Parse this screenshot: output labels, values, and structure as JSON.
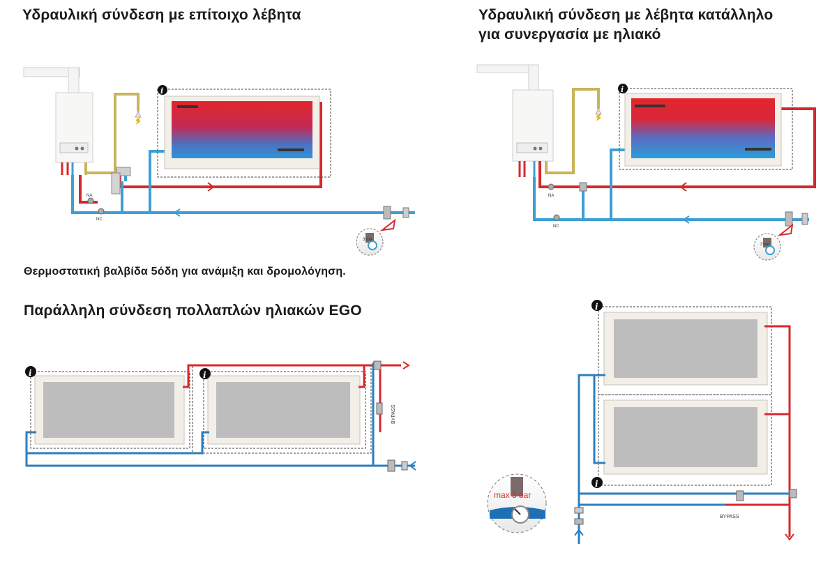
{
  "headings": {
    "wall_boiler": "Υδραυλική σύνδεση με επίτοιχο λέβητα",
    "solar_boiler_line1": "Υδραυλική σύνδεση με λέβητα κατάλληλο",
    "solar_boiler_line2": "για συνεργασία με ηλιακό",
    "thermostatic_valve": "Θερμοστατική βαλβίδα 5όδη για ανάμιξη και δρομολόγηση.",
    "parallel": "Παράλληλη σύνδεση πολλαπλών ηλιακών EGO"
  },
  "labels": {
    "na": "NA",
    "nc": "NC",
    "bypass": "BYPASS",
    "info": "i",
    "max_pressure": "max 3 bar",
    "pressure_small": "3 bar"
  },
  "colors": {
    "hot": "#d7282b",
    "cold": "#3e9fd3",
    "cold_dark": "#2a7fc0",
    "gas": "#c9b45a",
    "collector": "#bdbdbd",
    "frame": "#f2efe9"
  }
}
